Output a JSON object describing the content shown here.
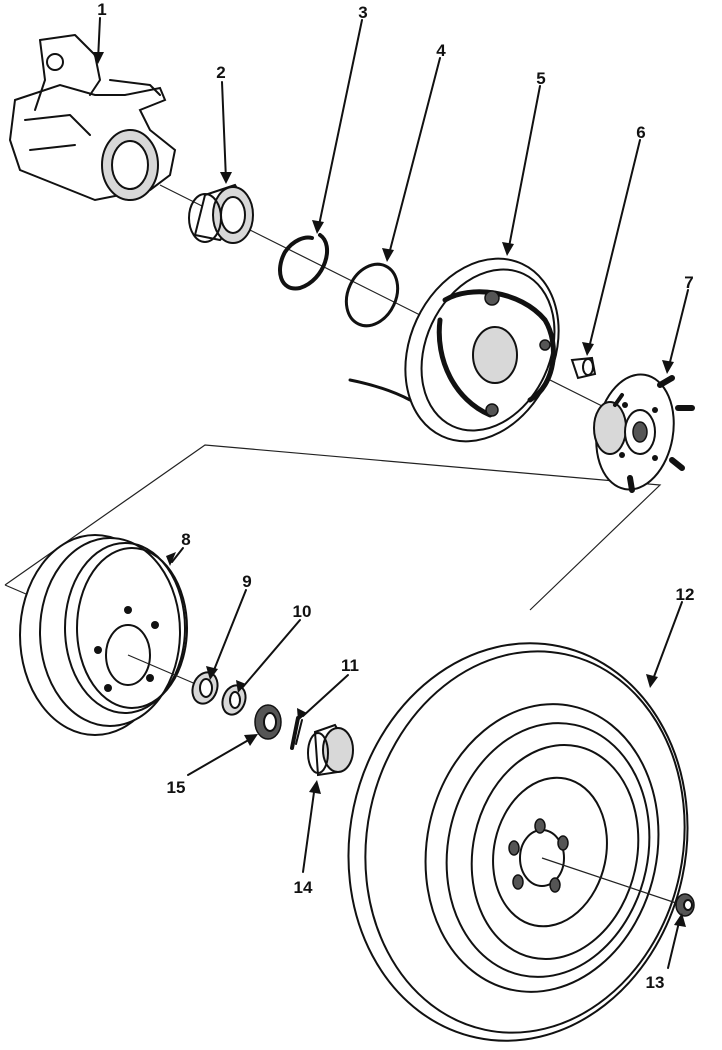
{
  "callouts": [
    {
      "id": "1",
      "label": "1"
    },
    {
      "id": "2",
      "label": "2"
    },
    {
      "id": "3",
      "label": "3"
    },
    {
      "id": "4",
      "label": "4"
    },
    {
      "id": "5",
      "label": "5"
    },
    {
      "id": "6",
      "label": "6"
    },
    {
      "id": "7",
      "label": "7"
    },
    {
      "id": "8",
      "label": "8"
    },
    {
      "id": "9",
      "label": "9"
    },
    {
      "id": "10",
      "label": "10"
    },
    {
      "id": "11",
      "label": "11"
    },
    {
      "id": "12",
      "label": "12"
    },
    {
      "id": "13",
      "label": "13"
    },
    {
      "id": "14",
      "label": "14"
    },
    {
      "id": "15",
      "label": "15"
    }
  ],
  "colors": {
    "ink": "#111111",
    "background": "#ffffff"
  }
}
